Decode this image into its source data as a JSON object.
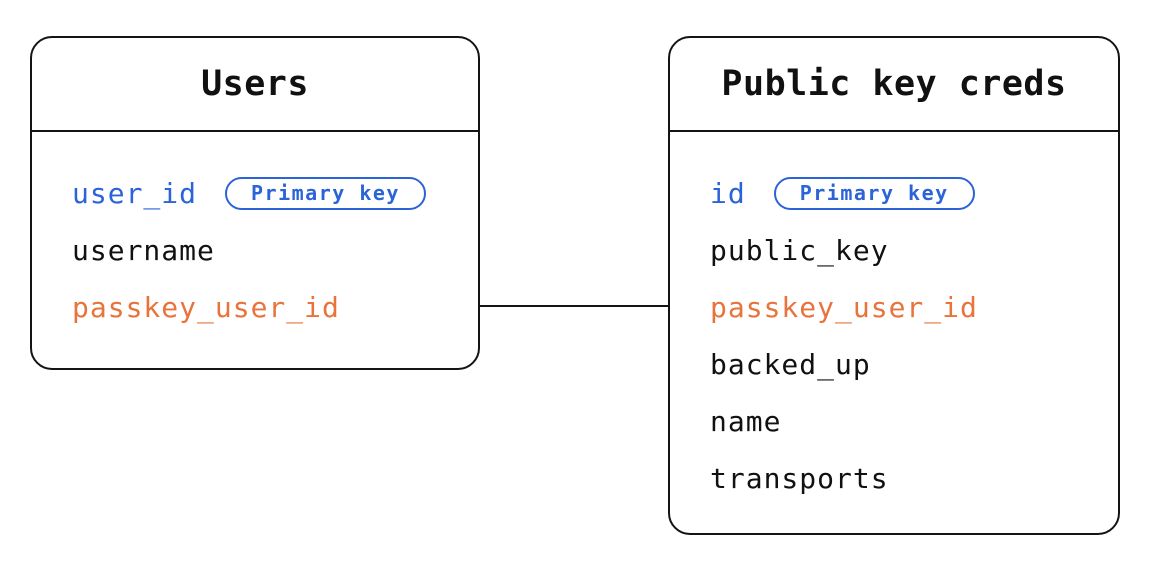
{
  "diagram": {
    "background": "#ffffff",
    "colors": {
      "blue": "#2b63d8",
      "orange": "#e8743c",
      "black": "#111111",
      "line": "#141414"
    },
    "tables": [
      {
        "title": "Users",
        "fields": [
          {
            "name": "user_id",
            "color": "blue",
            "badge": "Primary key"
          },
          {
            "name": "username",
            "color": "black",
            "badge": null
          },
          {
            "name": "passkey_user_id",
            "color": "orange",
            "badge": null
          }
        ]
      },
      {
        "title": "Public key creds",
        "fields": [
          {
            "name": "id",
            "color": "blue",
            "badge": "Primary key"
          },
          {
            "name": "public_key",
            "color": "black",
            "badge": null
          },
          {
            "name": "passkey_user_id",
            "color": "orange",
            "badge": null
          },
          {
            "name": "backed_up",
            "color": "black",
            "badge": null
          },
          {
            "name": "name",
            "color": "black",
            "badge": null
          },
          {
            "name": "transports",
            "color": "black",
            "badge": null
          }
        ]
      }
    ],
    "connector": {
      "from_table": "Users",
      "from_field": "passkey_user_id",
      "to_table": "Public key creds",
      "to_field": "passkey_user_id"
    }
  }
}
